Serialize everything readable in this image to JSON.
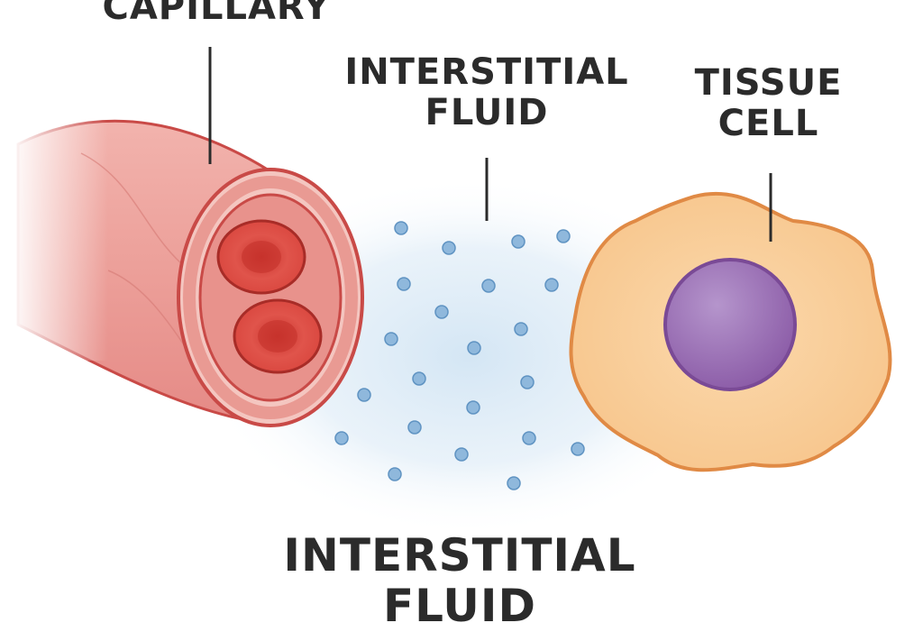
{
  "labels": {
    "capillary": "CAPILLARY",
    "interstitial_fluid_top_line1": "INTERSTITIAL",
    "interstitial_fluid_top_line2": "FLUID",
    "tissue_cell_line1": "TISSUE",
    "tissue_cell_line2": "CELL",
    "interstitial_fluid_bottom_line1": "INTERSTITIAL",
    "interstitial_fluid_bottom_line2": "FLUID"
  },
  "colors": {
    "capillary_wall": "#e58a86",
    "capillary_outline": "#c94a47",
    "red_blood_cell": "#d9463e",
    "fluid_tint": "#cfe3f3",
    "fluid_particle": "#8fb8dc",
    "cell_cytoplasm": "#f9cf9a",
    "cell_outline": "#e08a45",
    "nucleus": "#9b6fb5"
  }
}
